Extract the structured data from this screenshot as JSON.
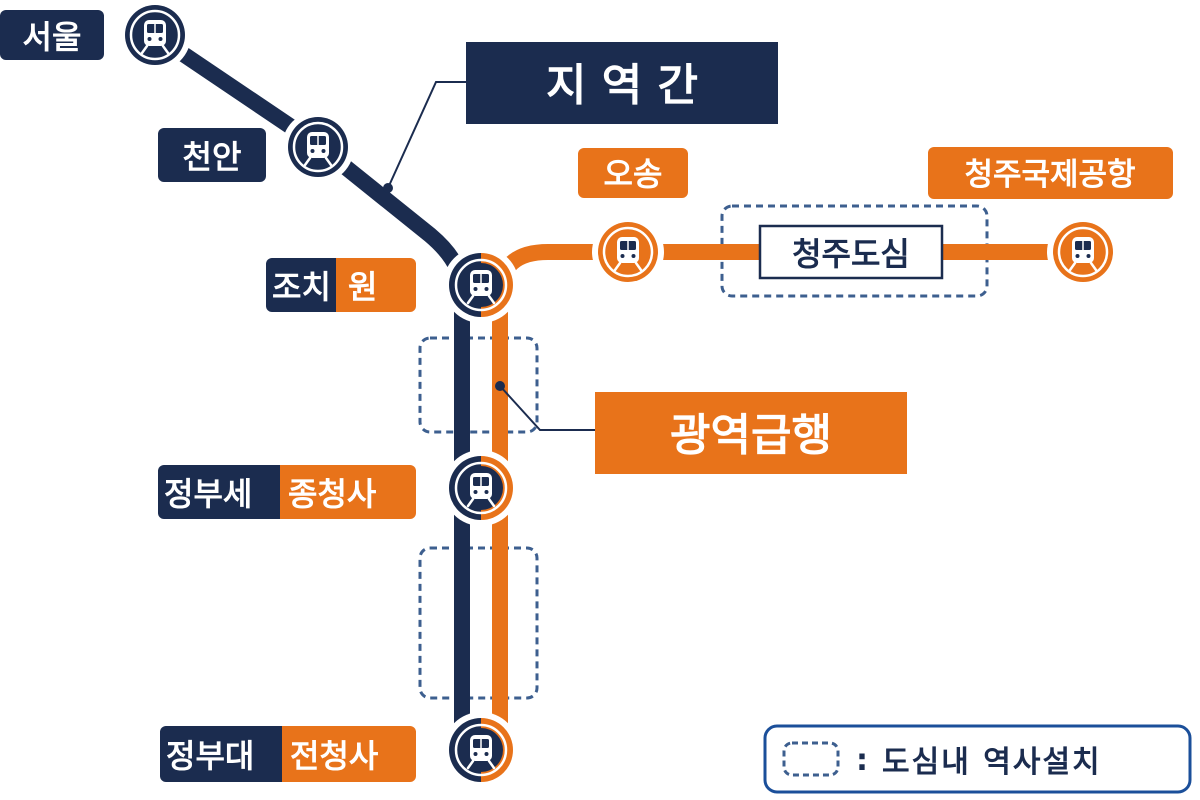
{
  "colors": {
    "navy": "#1b2c4f",
    "orange": "#e8731a",
    "dash_blue": "#3d5f8f",
    "white": "#ffffff"
  },
  "icons": {
    "station": "train-icon"
  },
  "lines": {
    "regional": {
      "label": "지 역 간"
    },
    "express": {
      "label": "광역급행"
    }
  },
  "stations": {
    "seoul": {
      "label": "서울"
    },
    "cheonan": {
      "label": "천안"
    },
    "jochiwon": {
      "label_part1": "조치",
      "label_part2": "원"
    },
    "osong": {
      "label": "오송"
    },
    "cheongju_airport": {
      "label": "청주국제공항"
    },
    "sejong": {
      "label_part1": "정부세",
      "label_part2": "종청사"
    },
    "daejeon": {
      "label_part1": "정부대",
      "label_part2": "전청사"
    }
  },
  "downtown": {
    "cheongju_label": "청주도심"
  },
  "legend": {
    "colon": ":",
    "text": "도심내 역사설치"
  }
}
